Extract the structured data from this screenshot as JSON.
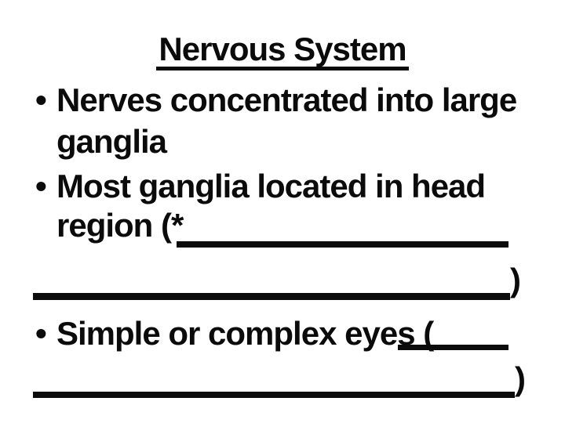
{
  "slide": {
    "title": "Nervous System",
    "marker": "•",
    "paren_close": ")",
    "bullets": {
      "b1_line1": "Nerves concentrated into large",
      "b1_line2": "ganglia",
      "b2_line1": "Most ganglia located in head",
      "b2_line2": "region (*",
      "b3_line1": "Simple or complex eyes ("
    },
    "fill_in_blank_count": 4
  },
  "colors": {
    "text": "#0b0b0b",
    "background": "#ffffff"
  }
}
